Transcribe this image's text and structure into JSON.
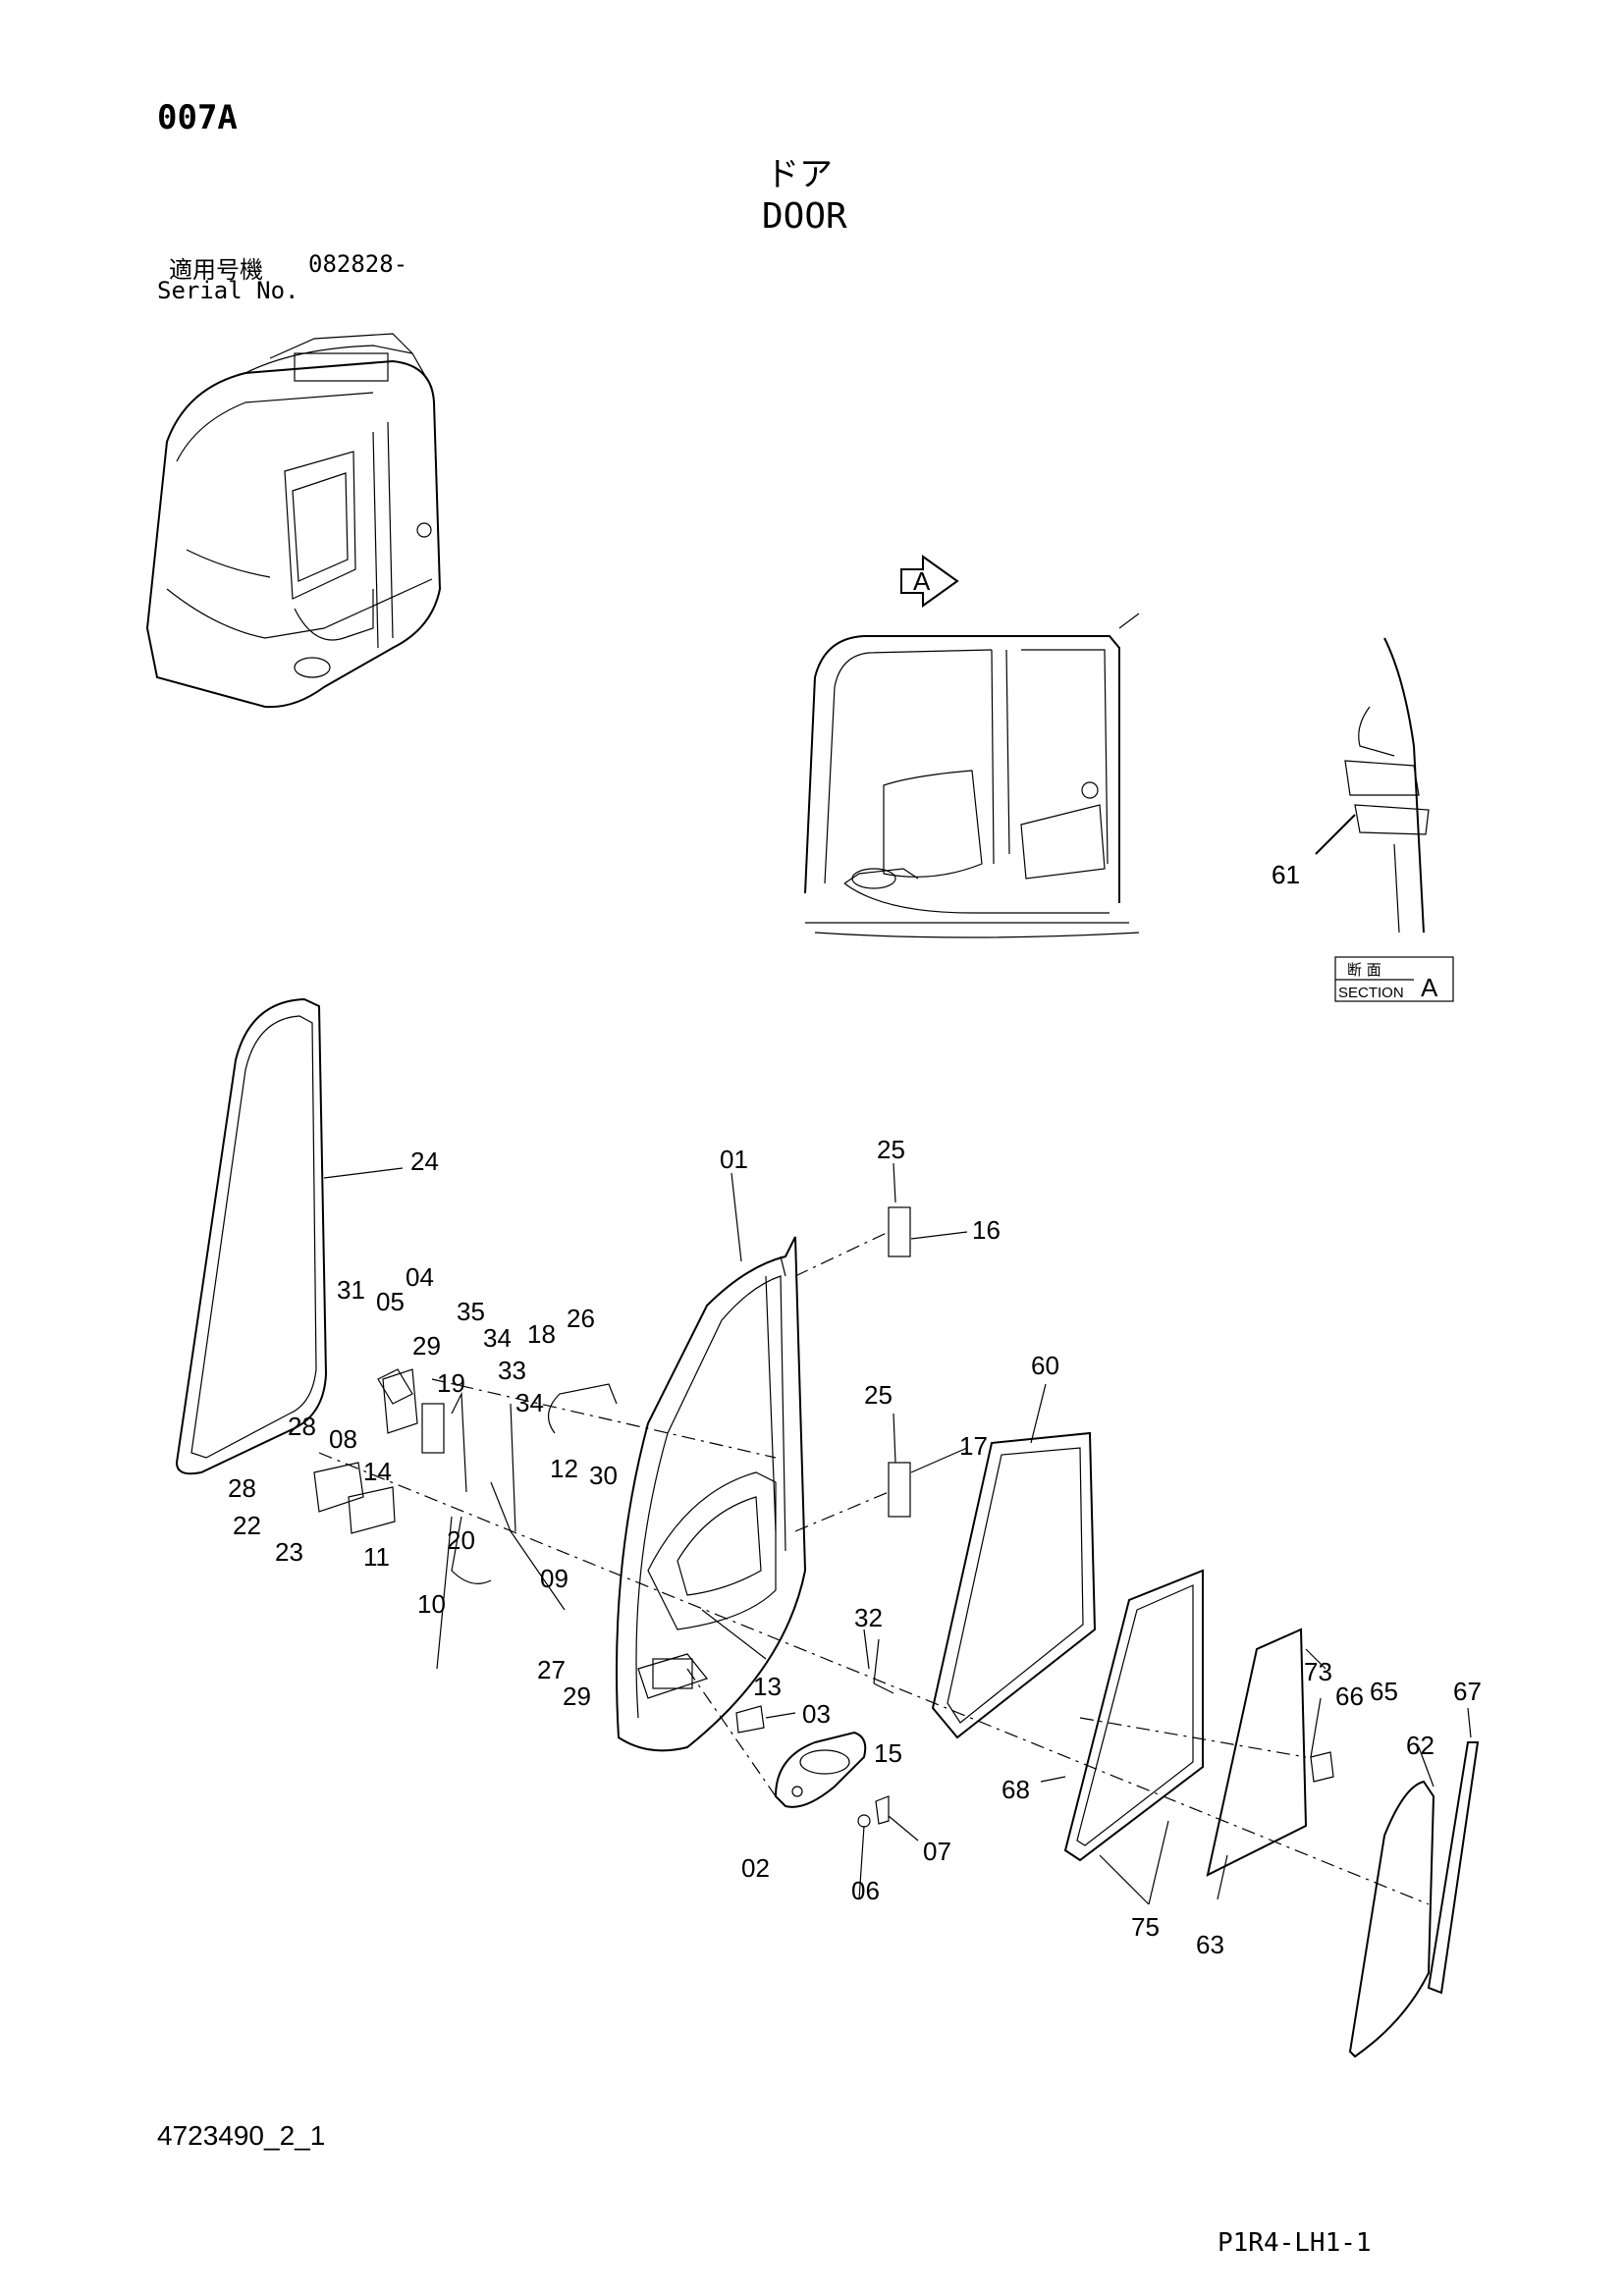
{
  "header": {
    "page_code": "007A",
    "title_jp": "ドア",
    "title_en": "DOOR",
    "serial_label_jp": "適用号機",
    "serial_value": "082828-",
    "serial_label_en": "Serial No."
  },
  "view_marker": {
    "label": "A"
  },
  "section_box": {
    "jp": "断 面",
    "en": "SECTION",
    "letter": "A"
  },
  "callouts": [
    "61",
    "24",
    "01",
    "25",
    "16",
    "31",
    "05",
    "04",
    "35",
    "29",
    "34",
    "18",
    "26",
    "19",
    "33",
    "28",
    "08",
    "34",
    "12",
    "30",
    "25",
    "17",
    "60",
    "14",
    "28",
    "20",
    "22",
    "23",
    "11",
    "09",
    "10",
    "27",
    "32",
    "29",
    "13",
    "03",
    "73",
    "66",
    "65",
    "67",
    "15",
    "62",
    "68",
    "02",
    "07",
    "06",
    "75",
    "63"
  ],
  "footer": {
    "doc_number": "4723490_2_1",
    "sheet_code": "P1R4-LH1-1"
  }
}
